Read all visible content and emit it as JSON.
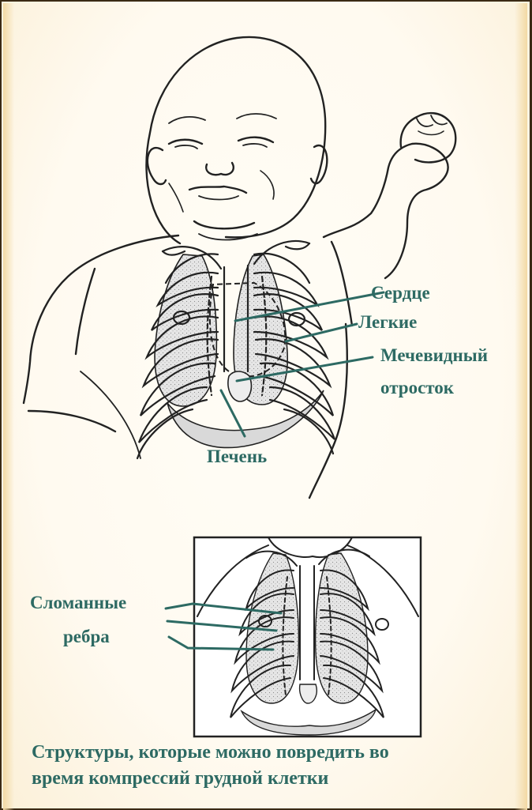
{
  "labels": {
    "heart": "Сердце",
    "lungs": "Легкие",
    "xiphoid_line1": "Мечевидный",
    "xiphoid_line2": "отросток",
    "liver": "Печень",
    "broken_ribs_line1": "Сломанные",
    "broken_ribs_line2": "ребра"
  },
  "caption": {
    "line1": "Структуры, которые можно повредить во",
    "line2": "время компрессий грудной клетки"
  },
  "colors": {
    "label_text": "#2d6a63",
    "outline": "#2a2a2a",
    "organ_fill": "#d9d9d9",
    "frame_background": "#f1d9a8"
  }
}
